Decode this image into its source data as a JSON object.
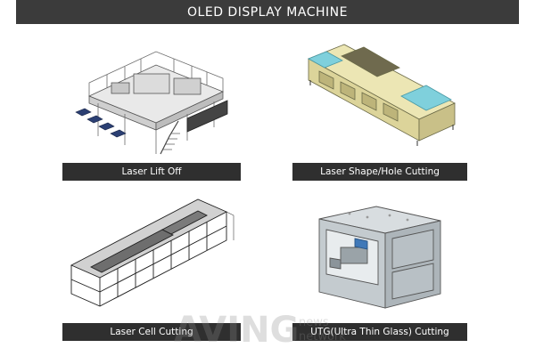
{
  "header": {
    "title": "OLED DISPLAY MACHINE"
  },
  "machines": [
    {
      "label": "Laser Lift Off",
      "illustration": "laser-lift-off-machine"
    },
    {
      "label": "Laser Shape/Hole Cutting",
      "illustration": "laser-shape-hole-cutting-machine"
    },
    {
      "label": "Laser Cell Cutting",
      "illustration": "laser-cell-cutting-machine"
    },
    {
      "label": "UTG(Ultra Thin Glass) Cutting",
      "illustration": "utg-cutting-machine"
    }
  ],
  "watermark": {
    "brand": "AVING",
    "sub_top": "news",
    "sub_bottom": "network"
  },
  "colors": {
    "header_bg": "#3b3b3b",
    "caption_bg": "#2f2f2f",
    "machine_yellow": "#e6dfa6",
    "machine_cyan": "#7fd0dc",
    "frame_dark": "#222222"
  }
}
